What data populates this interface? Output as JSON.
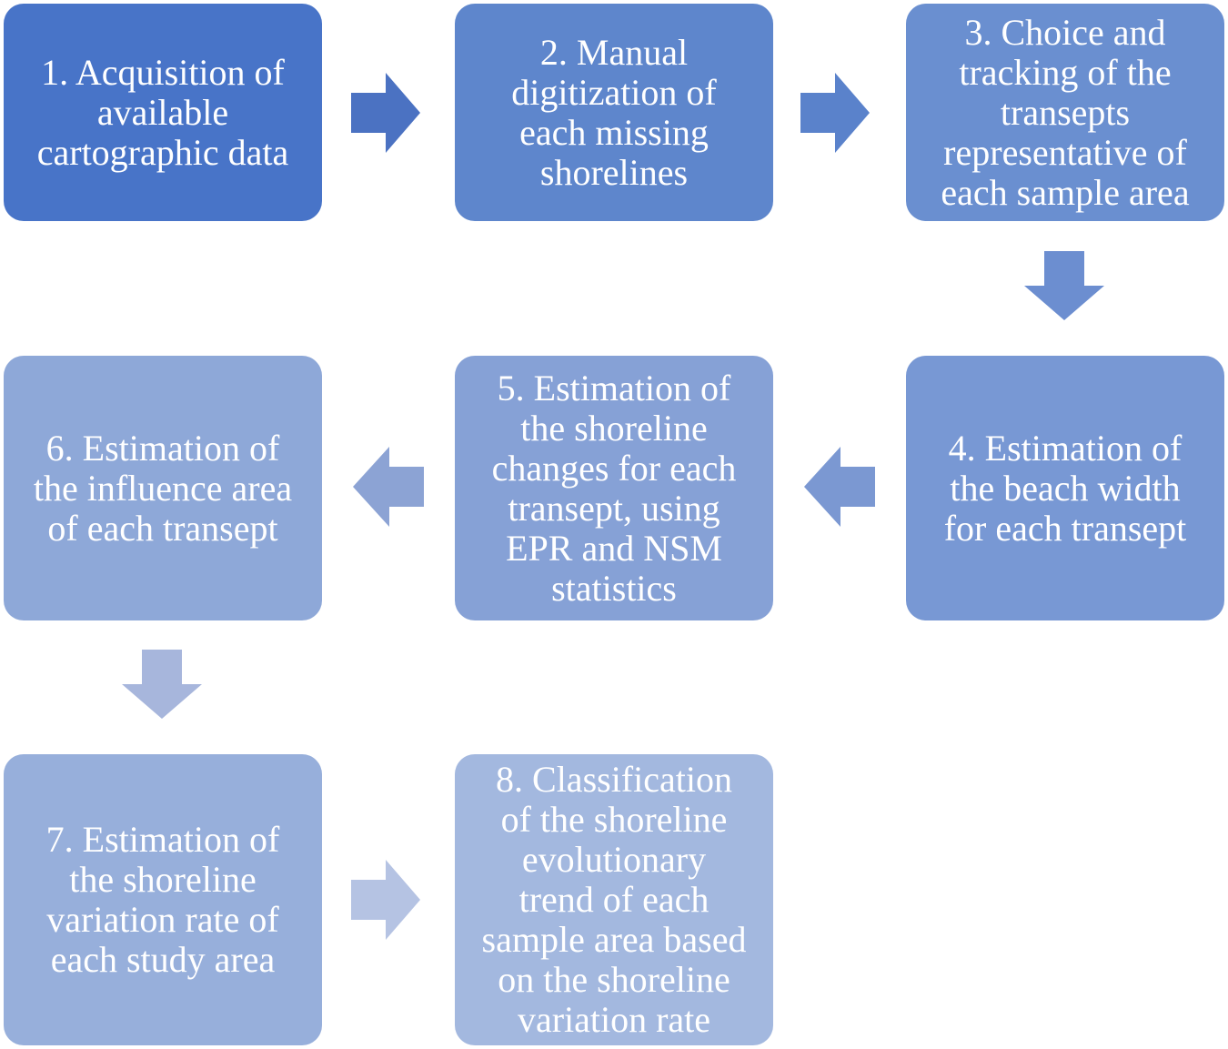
{
  "steps": [
    {
      "text": "1. Acquisition of\navailable\ncartographic data",
      "color": "#4874c8"
    },
    {
      "text": "2. Manual\ndigitization of\neach missing\nshorelines",
      "color": "#5e86cc"
    },
    {
      "text": "3. Choice and\ntracking of the\ntransepts\nrepresentative of\neach sample area",
      "color": "#6a8fd0"
    },
    {
      "text": "4.  Estimation of\nthe beach width\nfor each transept",
      "color": "#7898d4"
    },
    {
      "text": "5. Estimation of\nthe shoreline\nchanges for each\ntransept, using\nEPR and NSM\nstatistics",
      "color": "#86a1d6"
    },
    {
      "text": "6. Estimation of\nthe influence area\nof each transept",
      "color": "#8ea8d8"
    },
    {
      "text": "7. Estimation of\nthe shoreline\nvariation rate of\neach study area",
      "color": "#97afdb"
    },
    {
      "text": "8. Classification\nof the shoreline\nevolutionary\ntrend of each\nsample area based\non the shoreline\nvariation rate",
      "color": "#a3b8df"
    }
  ],
  "arrow_colors": {
    "a1_2": "#4b72c2",
    "a2_3": "#5a82cb",
    "a3_4": "#6c8ed0",
    "a4_5": "#7b98d2",
    "a5_6": "#8ca3d4",
    "a6_7": "#a7b6dc",
    "a7_8": "#b5c3e3"
  }
}
